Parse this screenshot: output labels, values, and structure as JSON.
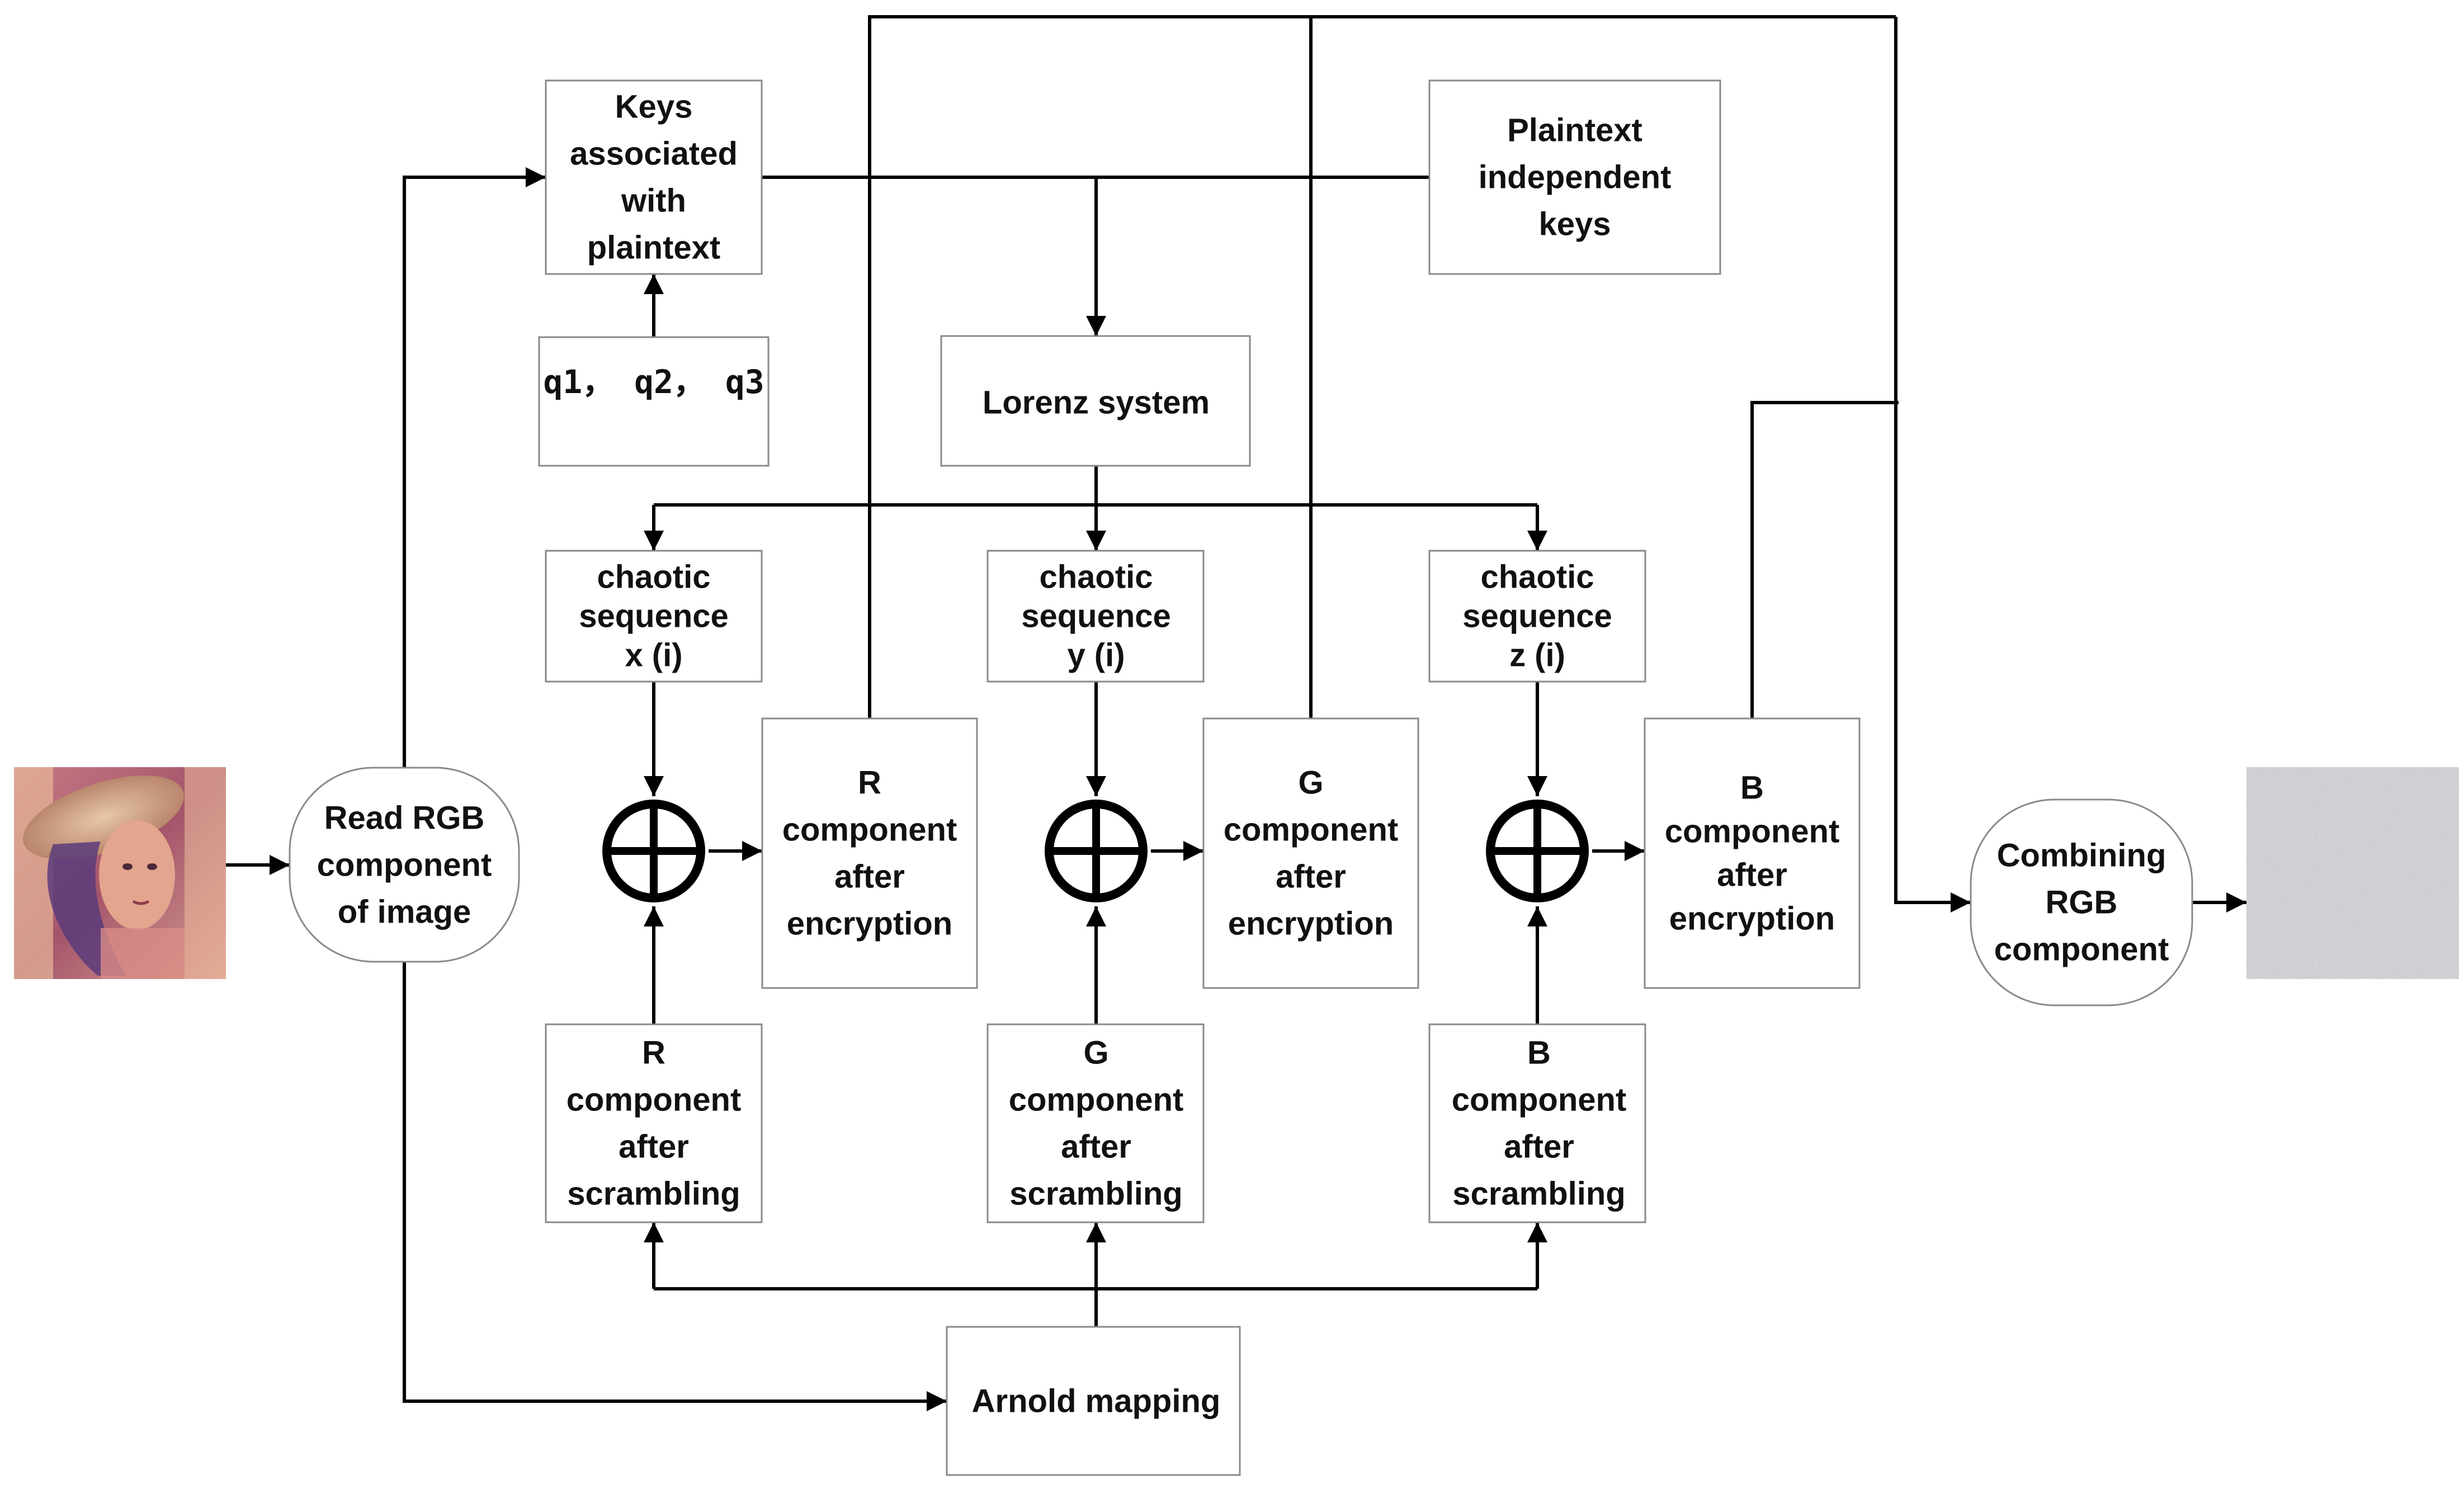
{
  "nodes": {
    "read_rgb": [
      "Read RGB",
      "component",
      "of image"
    ],
    "keys_plaintext": [
      "Keys",
      "associated",
      "with",
      "plaintext"
    ],
    "q_params": [
      "q1，  q2，  q3"
    ],
    "plaintext_independent": [
      "Plaintext",
      "independent",
      "keys"
    ],
    "lorenz": [
      "Lorenz system"
    ],
    "chaotic_x": [
      "chaotic",
      "sequence",
      "x (i)"
    ],
    "chaotic_y": [
      "chaotic",
      "sequence",
      "y (i)"
    ],
    "chaotic_z": [
      "chaotic",
      "sequence",
      "z (i)"
    ],
    "r_encrypted": [
      "R",
      "component",
      "after",
      "encryption"
    ],
    "g_encrypted": [
      "G",
      "component",
      "after",
      "encryption"
    ],
    "b_encrypted": [
      "B",
      "component",
      "after",
      "encryption"
    ],
    "r_scrambled": [
      "R",
      "component",
      "after",
      "scrambling"
    ],
    "g_scrambled": [
      "G",
      "component",
      "after",
      "scrambling"
    ],
    "b_scrambled": [
      "B",
      "component",
      "after",
      "scrambling"
    ],
    "arnold": [
      "Arnold mapping"
    ],
    "combining": [
      "Combining",
      "RGB",
      "component"
    ]
  },
  "colors": {
    "input_image_base": "#c0667a",
    "output_noise_base": "#808080"
  }
}
